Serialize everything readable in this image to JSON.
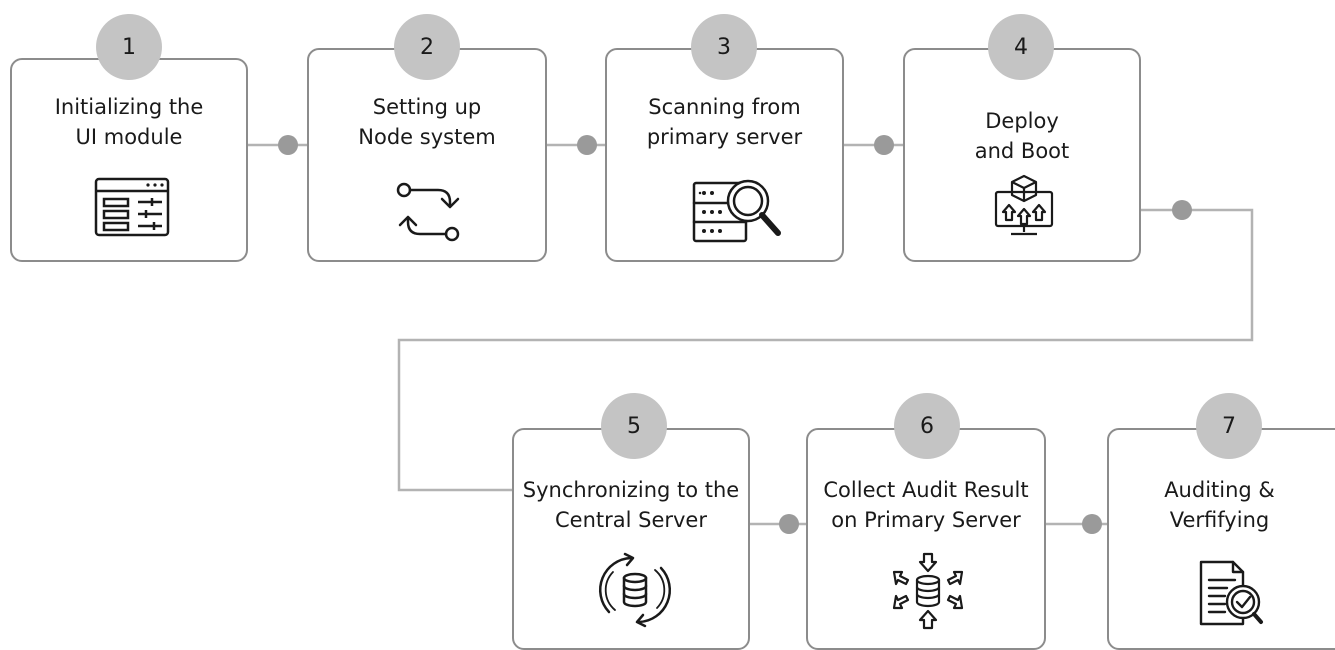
{
  "steps": [
    {
      "number": "1",
      "title_line1": "Initializing the",
      "title_line2": "UI module",
      "icon": "ui-module-icon"
    },
    {
      "number": "2",
      "title_line1": "Setting up",
      "title_line2": "Node system",
      "icon": "node-sync-arrows-icon"
    },
    {
      "number": "3",
      "title_line1": "Scanning from",
      "title_line2": "primary server",
      "icon": "server-scan-magnifier-icon"
    },
    {
      "number": "4",
      "title_line1": "Deploy",
      "title_line2": "and Boot",
      "icon": "deploy-boot-icon"
    },
    {
      "number": "5",
      "title_line1": "Synchronizing to the",
      "title_line2": "Central Server",
      "icon": "database-sync-icon"
    },
    {
      "number": "6",
      "title_line1": "Collect Audit Result",
      "title_line2": "on Primary Server",
      "icon": "database-collect-icon"
    },
    {
      "number": "7",
      "title_line1": "Auditing &",
      "title_line2": "Verfifying",
      "icon": "audit-document-icon"
    }
  ],
  "colors": {
    "border": "#8c8c8c",
    "badge": "#c4c4c4",
    "connector": "#b3b3b3",
    "dot": "#9a9a9a"
  }
}
